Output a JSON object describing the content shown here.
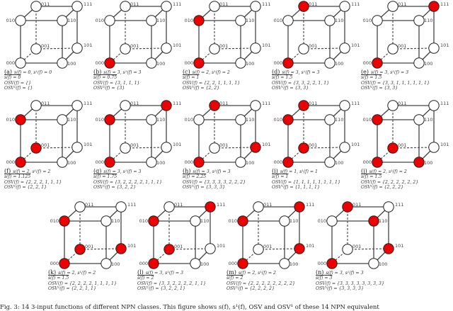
{
  "figure": {
    "caption": "Fig. 3: 14 3-input functions of different NPN classes. This figure shows s(f), s¹(f), OSV and OSV¹ of these 14 NPN equivalent",
    "colors": {
      "filled": "#ee0000",
      "empty": "#ffffff",
      "edge": "#444444"
    },
    "node_labels": [
      "000",
      "001",
      "010",
      "011",
      "100",
      "101",
      "110",
      "111"
    ],
    "panels": [
      {
        "id": "a",
        "label": "(a)",
        "s": "s(f) = 0, s¹(f) = 0",
        "savg": "s(f) = 0",
        "osv": "OSV(f) = {}",
        "osv1": "OSV¹(f) = {}",
        "filled": []
      },
      {
        "id": "b",
        "label": "(b)",
        "s": "s(f) = 3, s¹(f) = 3",
        "savg": "s(f) = 0.75",
        "osv": "OSV(f) = {3, 1, 1, 1}",
        "osv1": "OSV¹(f) = {3}",
        "filled": [
          "000"
        ]
      },
      {
        "id": "c",
        "label": "(c)",
        "s": "s(f) = 2, s¹(f) = 2",
        "savg": "s(f) = 1",
        "osv": "OSV(f) = {2, 2, 1, 1, 1, 1}",
        "osv1": "OSV¹(f) = {2, 2}",
        "filled": [
          "000",
          "010"
        ]
      },
      {
        "id": "d",
        "label": "(d)",
        "s": "s(f) = 3, s¹(f) = 3",
        "savg": "s(f) = 1.5",
        "osv": "OSV(f) = {3, 3, 2, 2, 1, 1}",
        "osv1": "OSV¹(f) = {3, 3}",
        "filled": [
          "000",
          "011"
        ]
      },
      {
        "id": "e",
        "label": "(e)",
        "s": "s(f) = 3, s¹(f) = 3",
        "savg": "s(f) = 1.5",
        "osv": "OSV(f) = {3, 3, 1, 1, 1, 1, 1, 1}",
        "osv1": "OSV¹(f) = {3, 3}",
        "filled": [
          "000",
          "111"
        ]
      },
      {
        "id": "f",
        "label": "(f)",
        "s": "s(f) = 2, s¹(f) = 2",
        "savg": "s(f) = 1.125",
        "osv": "OSV(f) = {2, 2, 2, 1, 1, 1}",
        "osv1": "OSV¹(f) = {2, 2, 1}",
        "filled": [
          "000",
          "010",
          "001"
        ]
      },
      {
        "id": "g",
        "label": "(g)",
        "s": "s(f) = 3, s¹(f) = 3",
        "savg": "s(f) = 1.75",
        "osv": "OSV(f) = {3, 2, 2, 2, 2, 1, 1, 1}",
        "osv1": "OSV¹(f) = {3, 2, 2}",
        "filled": [
          "000",
          "010",
          "111"
        ]
      },
      {
        "id": "h",
        "label": "(h)",
        "s": "s(f) = 3, s¹(f) = 3",
        "savg": "s(f) = 2.25",
        "osv": "OSV(f) = {3, 3, 3, 3, 2, 2, 2}",
        "osv1": "OSV¹(f) = {3, 3, 3}",
        "filled": [
          "000",
          "011",
          "101"
        ]
      },
      {
        "id": "i",
        "label": "(i)",
        "s": "s(f) = 1, s¹(f) = 1",
        "savg": "s(f) = 1",
        "osv": "OSV(f) = {1, 1, 1, 1, 1, 1, 1, 1}",
        "osv1": "OSV¹(f) = {1, 1, 1, 1}",
        "filled": [
          "000",
          "010",
          "011",
          "001"
        ]
      },
      {
        "id": "j",
        "label": "(j)",
        "s": "s(f) = 2, s¹(f) = 2",
        "savg": "s(f) = 1.5",
        "osv": "OSV(f) = {2, 2, 2, 2, 2, 2}",
        "osv1": "OSV¹(f) = {2, 2, 2}",
        "filled": [
          "000",
          "010",
          "001",
          "100"
        ]
      },
      {
        "id": "k",
        "label": "(k)",
        "s": "s(f) = 2, s¹(f) = 2",
        "savg": "s(f) = 1.5",
        "osv": "OSV(f) = {2, 2, 2, 2, 1, 1, 1, 1}",
        "osv1": "OSV¹(f) = {2, 2, 1, 1}",
        "filled": [
          "000",
          "010",
          "001",
          "101"
        ]
      },
      {
        "id": "l",
        "label": "(l)",
        "s": "s(f) = 3, s¹(f) = 3",
        "savg": "s(f) = 2",
        "osv": "OSV(f) = {3, 3, 2, 2, 2, 2, 1, 1}",
        "osv1": "OSV¹(f) = {3, 2, 2, 1}",
        "filled": [
          "000",
          "010",
          "001",
          "111"
        ]
      },
      {
        "id": "m",
        "label": "(m)",
        "s": "s(f) = 2, s¹(f) = 2",
        "savg": "s(f) = 2",
        "osv": "OSV(f) = {2, 2, 2, 2, 2, 2, 2, 2}",
        "osv1": "OSV¹(f) = {2, 2, 2, 2}",
        "filled": [
          "000",
          "010",
          "111",
          "101"
        ]
      },
      {
        "id": "n",
        "label": "(n)",
        "s": "s(f) = 3, s¹(f) = 3",
        "savg": "s(f) = 3",
        "osv": "OSV(f) = {3, 3, 3, 3, 3, 3, 3, 3}",
        "osv1": "OSV¹(f) = {3, 3, 3, 3}",
        "filled": [
          "000",
          "011",
          "110",
          "101"
        ]
      }
    ]
  }
}
